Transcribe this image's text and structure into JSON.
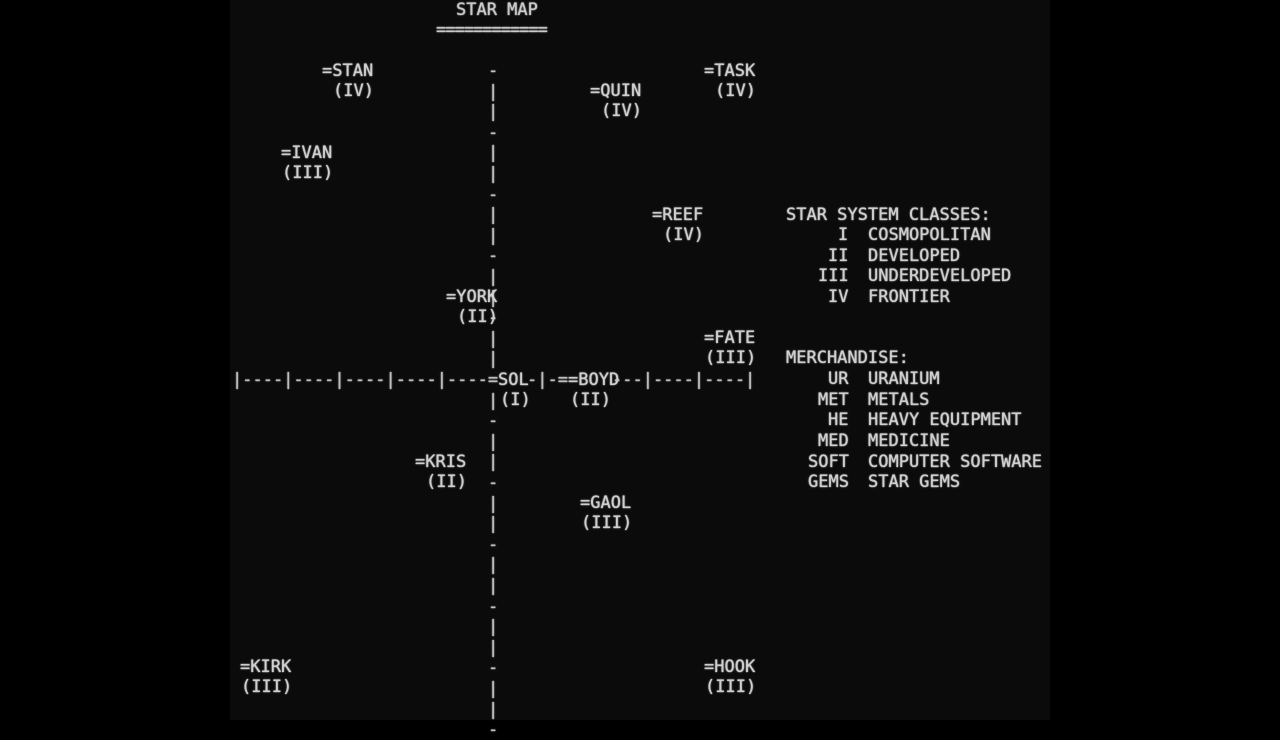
{
  "title": "STAR MAP",
  "title_underline": "============",
  "systems": [
    {
      "name": "=STAN",
      "class": "(IV)"
    },
    {
      "name": "=QUIN",
      "class": "(IV)"
    },
    {
      "name": "=TASK",
      "class": "(IV)"
    },
    {
      "name": "=IVAN",
      "class": "(III)"
    },
    {
      "name": "=REEF",
      "class": "(IV)"
    },
    {
      "name": "=YORK",
      "class": "(II)"
    },
    {
      "name": "=FATE",
      "class": "(III)"
    },
    {
      "name": "=BOYD",
      "class": "(II)"
    },
    {
      "name": "=KRIS",
      "class": "(II)"
    },
    {
      "name": "=GAOL",
      "class": "(III)"
    },
    {
      "name": "=KIRK",
      "class": "(III)"
    },
    {
      "name": "=HOOK",
      "class": "(III)"
    }
  ],
  "home": {
    "name": "SOL",
    "class": "(I)"
  },
  "axis": {
    "horizontal_left": "|----|----|----|----|----=",
    "horizontal_mid": "-|-=",
    "horizontal_right": "---|----|----|",
    "vertical_glyphs": [
      "-",
      "|",
      "|",
      "-",
      "|",
      "|",
      "-",
      "|",
      "|",
      "-",
      "|",
      "|",
      "-",
      "|",
      "|",
      "|",
      "-",
      "|",
      "|",
      "-",
      "|",
      "|",
      "-",
      "|",
      "|",
      "-",
      "|",
      "|",
      "-",
      "|",
      "|",
      "-"
    ]
  },
  "legend": {
    "classes_heading": "STAR SYSTEM CLASSES:",
    "classes": [
      {
        "code": "I",
        "label": "COSMOPOLITAN"
      },
      {
        "code": "II",
        "label": "DEVELOPED"
      },
      {
        "code": "III",
        "label": "UNDERDEVELOPED"
      },
      {
        "code": "IV",
        "label": "FRONTIER"
      }
    ],
    "merch_heading": "MERCHANDISE:",
    "merchandise": [
      {
        "code": "UR",
        "label": "URANIUM"
      },
      {
        "code": "MET",
        "label": "METALS"
      },
      {
        "code": "HE",
        "label": "HEAVY EQUIPMENT"
      },
      {
        "code": "MED",
        "label": "MEDICINE"
      },
      {
        "code": "SOFT",
        "label": "COMPUTER SOFTWARE"
      },
      {
        "code": "GEMS",
        "label": "STAR GEMS"
      }
    ]
  }
}
